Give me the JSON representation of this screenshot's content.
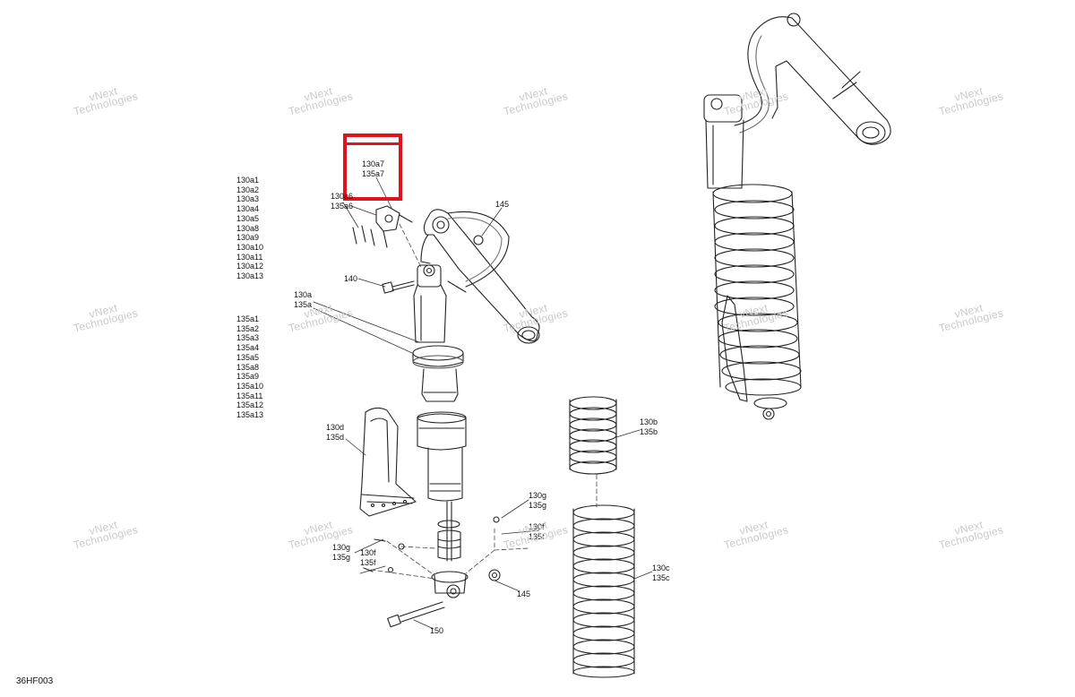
{
  "diagram": {
    "code": "36HF003",
    "highlight_label": [
      "130a7",
      "135a7"
    ],
    "left_list_130": [
      "130a1",
      "130a2",
      "130a3",
      "130a4",
      "130a5",
      "130a8",
      "130a9",
      "130a10",
      "130a11",
      "130a12",
      "130a13"
    ],
    "mid_label": [
      "130a",
      "135a"
    ],
    "left_list_135": [
      "135a1",
      "135a2",
      "135a3",
      "135a4",
      "135a5",
      "135a8",
      "135a9",
      "135a10",
      "135a11",
      "135a12",
      "135a13"
    ],
    "labels": {
      "l_130a6": "130a6",
      "l_135a6": "135a6",
      "l_145_top": "145",
      "l_140": "140",
      "l_130b": "130b",
      "l_135b": "135b",
      "l_130d": "130d",
      "l_135d": "135d",
      "l_130g_r": "130g",
      "l_135g_r": "135g",
      "l_130f_r": "130f",
      "l_135f_r": "135f",
      "l_130g_l": "130g",
      "l_135g_l": "135g",
      "l_130f_l": "130f",
      "l_135f_l": "135f",
      "l_130c": "130c",
      "l_135c": "135c",
      "l_145_bot": "145",
      "l_150": "150"
    },
    "watermark": {
      "line1": "vNext",
      "line2": "Technologies"
    }
  }
}
